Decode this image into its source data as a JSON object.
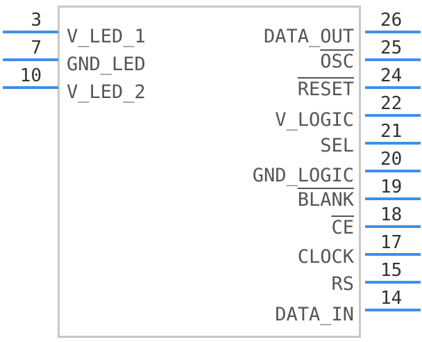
{
  "component": {
    "left_pins": [
      {
        "number": "3",
        "signal": "V_LED_1"
      },
      {
        "number": "7",
        "signal": "GND_LED"
      },
      {
        "number": "10",
        "signal": "V_LED_2"
      }
    ],
    "right_pins": [
      {
        "number": "26",
        "signal": "DATA_OUT"
      },
      {
        "number": "25",
        "signal": "OSC"
      },
      {
        "number": "24",
        "signal": "RESET"
      },
      {
        "number": "22",
        "signal": "V_LOGIC"
      },
      {
        "number": "21",
        "signal": "SEL"
      },
      {
        "number": "20",
        "signal": "GND_LOGIC"
      },
      {
        "number": "19",
        "signal": "BLANK"
      },
      {
        "number": "18",
        "signal": "CE"
      },
      {
        "number": "17",
        "signal": "CLOCK"
      },
      {
        "number": "15",
        "signal": "RS"
      },
      {
        "number": "14",
        "signal": "DATA_IN"
      }
    ],
    "active_low_signals": [
      "OSC",
      "RESET",
      "BLANK",
      "CE"
    ],
    "colors": {
      "pin": "#3f8fe8",
      "body_outline": "#c8c8c8",
      "label_text": "#555555"
    }
  }
}
